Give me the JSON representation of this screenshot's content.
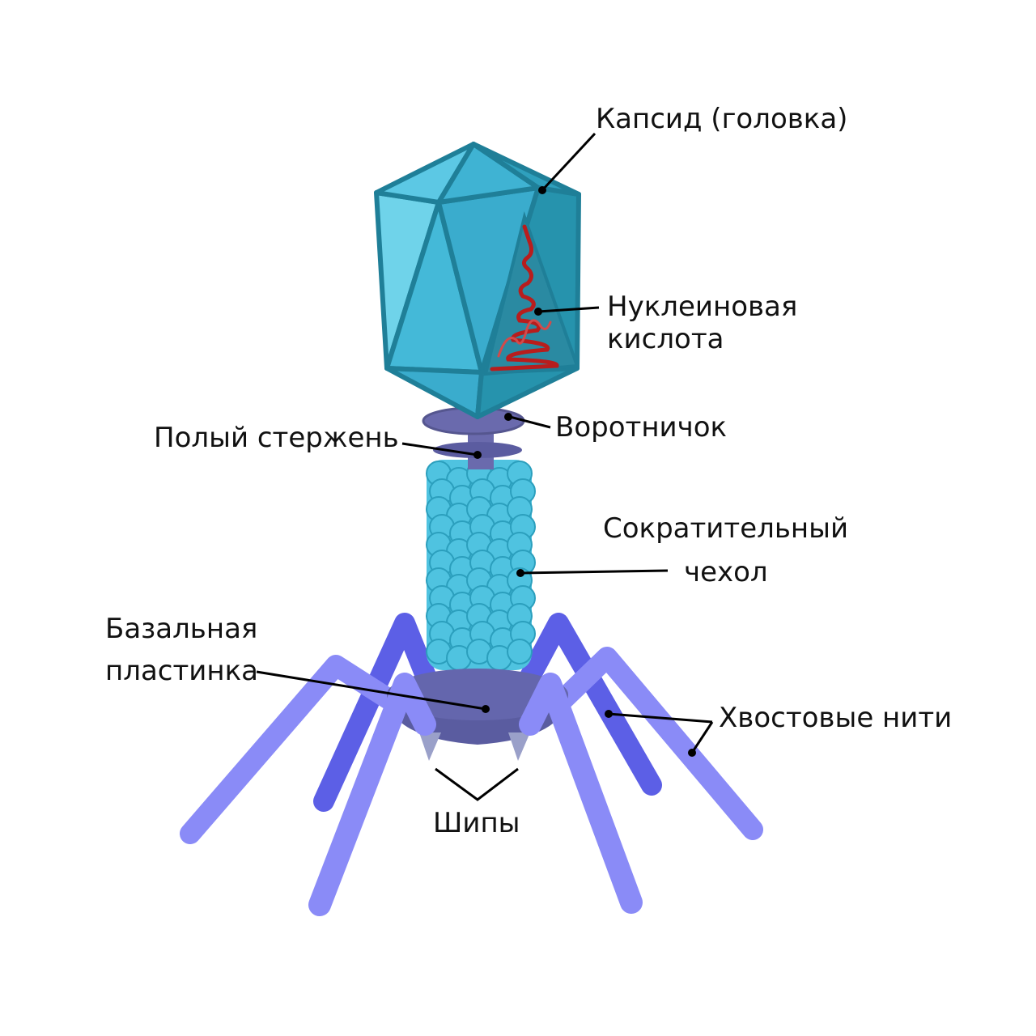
{
  "labels": {
    "capsid": "Капсид (головка)",
    "nucleic_acid_line1": "Нуклеиновая",
    "nucleic_acid_line2": "кислота",
    "collar": "Воротничок",
    "hollow_core": "Полый стержень",
    "sheath_line1": "Сократительный",
    "sheath_line2": "чехол",
    "baseplate_line1": "Базальная",
    "baseplate_line2": "пластинка",
    "tail_fibers": "Хвостовые нити",
    "spikes": "Шипы"
  },
  "colors": {
    "capsid_light": "#6fd3ea",
    "capsid_mid": "#44b9d8",
    "capsid_dark": "#2693ad",
    "capsid_edge": "#1f7f98",
    "dna": "#b81d1d",
    "collar": "#6a6aad",
    "sheath_bead": "#4fc3e0",
    "sheath_edge": "#2b9fbd",
    "baseplate": "#5f61a8",
    "fiber_dark": "#5c5fe6",
    "fiber_light": "#8a8bf7",
    "spike": "#9aa0c9"
  }
}
